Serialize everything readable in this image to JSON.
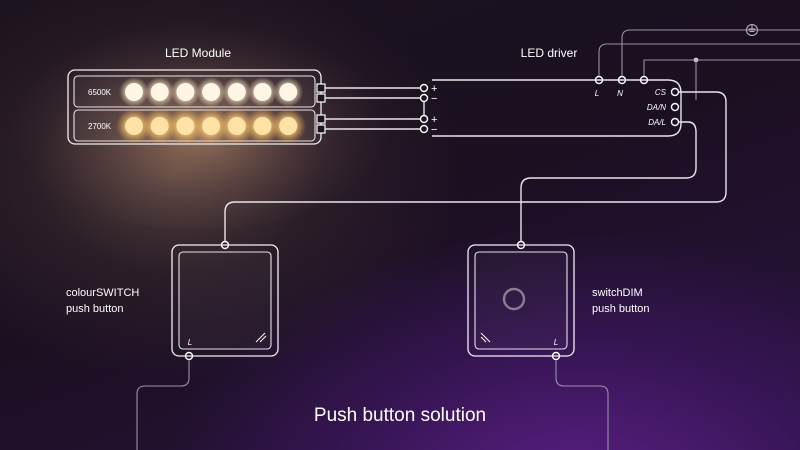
{
  "module": {
    "title": "LED Module",
    "rows": [
      {
        "label": "6500K",
        "color": "#fff6e6"
      },
      {
        "label": "2700K",
        "color": "#ffe2a6"
      }
    ],
    "leds_per_row": 7
  },
  "driver": {
    "title": "LED driver",
    "terminals": [
      "L",
      "N",
      "CS",
      "DA/N",
      "DA/L"
    ]
  },
  "polarity": [
    "+",
    "−",
    "+",
    "−"
  ],
  "buttons": [
    {
      "name_line1": "colourSWITCH",
      "name_line2": "push button",
      "terminal_label": "L"
    },
    {
      "name_line1": "switchDIM",
      "name_line2": "push button",
      "terminal_label": "L"
    }
  ],
  "caption": "Push button solution",
  "colors": {
    "wire": "#e9e4ec",
    "accent_purple": "#5a1f86"
  }
}
